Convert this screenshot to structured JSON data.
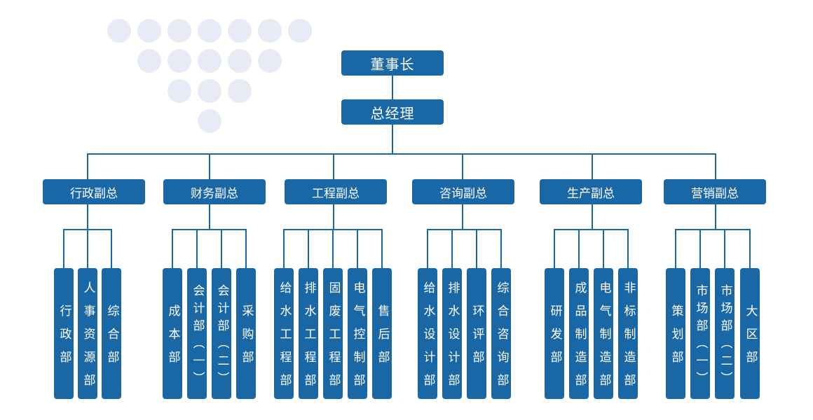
{
  "colors": {
    "box": "#1a67a6",
    "line": "#1a67a6",
    "dot": "#e8ebf5",
    "text": "#ffffff"
  },
  "chairman": "董事长",
  "general_manager": "总经理",
  "divisions": [
    {
      "title": "行政副总",
      "departments": [
        "行政部",
        "人事资源部",
        "综合部"
      ]
    },
    {
      "title": "财务副总",
      "departments": [
        "成本部",
        "会计部（一）",
        "会计部（二）",
        "采购部"
      ]
    },
    {
      "title": "工程副总",
      "departments": [
        "给水工程部",
        "排水工程部",
        "固废工程部",
        "电气控制部",
        "售后部"
      ]
    },
    {
      "title": "咨询副总",
      "departments": [
        "给水设计部",
        "排水设计部",
        "环评部",
        "综合咨询部"
      ]
    },
    {
      "title": "生产副总",
      "departments": [
        "研发部",
        "成品制造部",
        "电气制造部",
        "非标制造部"
      ]
    },
    {
      "title": "营销副总",
      "departments": [
        "策划部",
        "市场部（一）",
        "市场部（二）",
        "大区部"
      ]
    }
  ]
}
